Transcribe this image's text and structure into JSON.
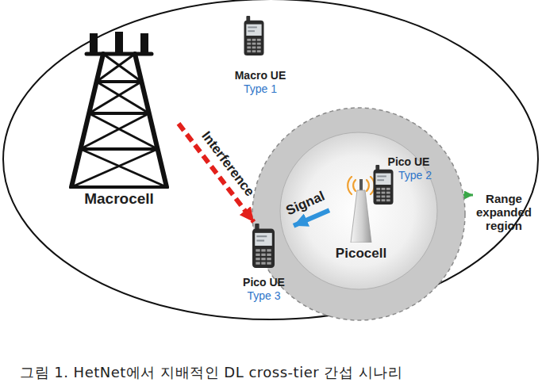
{
  "diagram": {
    "caption": "그림 1. HetNet에서 지배적인 DL cross-tier 간섭 시나리",
    "nodes": [
      {
        "text": [
          "Macrocell"
        ]
      },
      {
        "text": [
          "Macro UE",
          "Type 1"
        ]
      },
      {
        "text": [
          "Range expanded region"
        ]
      },
      {
        "text": [
          "Picocell"
        ],
        "in": 2
      },
      {
        "text": [
          "Pico UE",
          "Type 2"
        ],
        "in": 2
      },
      {
        "text": [
          "Pico UE",
          "Type 3"
        ],
        "in": 2
      }
    ],
    "edges": [
      {
        "from": 0,
        "to": 5,
        "label": "Interference",
        "arrow": "to"
      },
      {
        "from": 3,
        "to": 5,
        "label": "Signal",
        "arrow": "to"
      }
    ]
  }
}
